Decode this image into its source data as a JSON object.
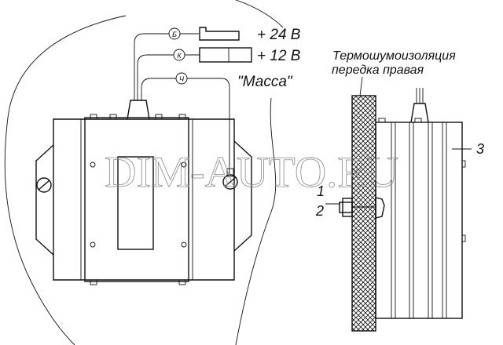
{
  "wires": [
    {
      "marker": "Б",
      "label": "+ 24 В"
    },
    {
      "marker": "К",
      "label": "+ 12 В"
    },
    {
      "marker": "Ч",
      "label": "\"Масса\""
    }
  ],
  "insulation_label": [
    "Термошумоизоляция",
    "передка правая"
  ],
  "callouts": [
    "1",
    "2",
    "3"
  ],
  "watermark": "DIM-AUTO.RU",
  "colors": {
    "line": "#111111",
    "background": "#ffffff"
  }
}
